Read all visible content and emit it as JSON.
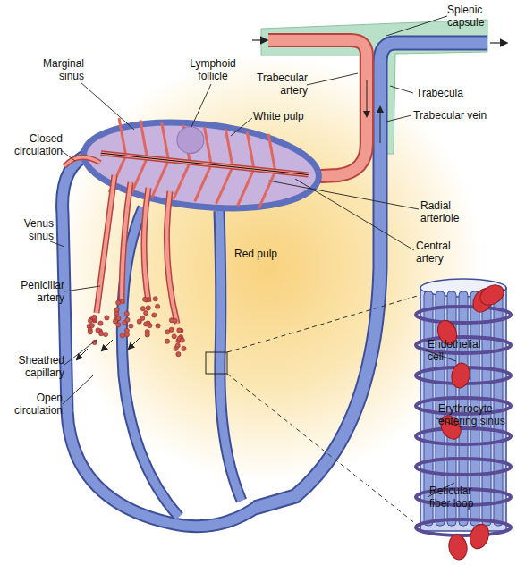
{
  "diagram": {
    "labels": [
      "Splenic capsule",
      "Marginal sinus",
      "Lymphoid follicle",
      "Trabecular artery",
      "Trabecula",
      "White pulp",
      "Trabecular vein",
      "Closed circulation",
      "Radial arteriole",
      "Venus sinus",
      "Central artery",
      "Red pulp",
      "Penicillar artery",
      "Endothelial cell",
      "Sheathed capillary",
      "Erythrocyte entering sinus",
      "Open circulation",
      "Reticular fiber loop"
    ]
  }
}
